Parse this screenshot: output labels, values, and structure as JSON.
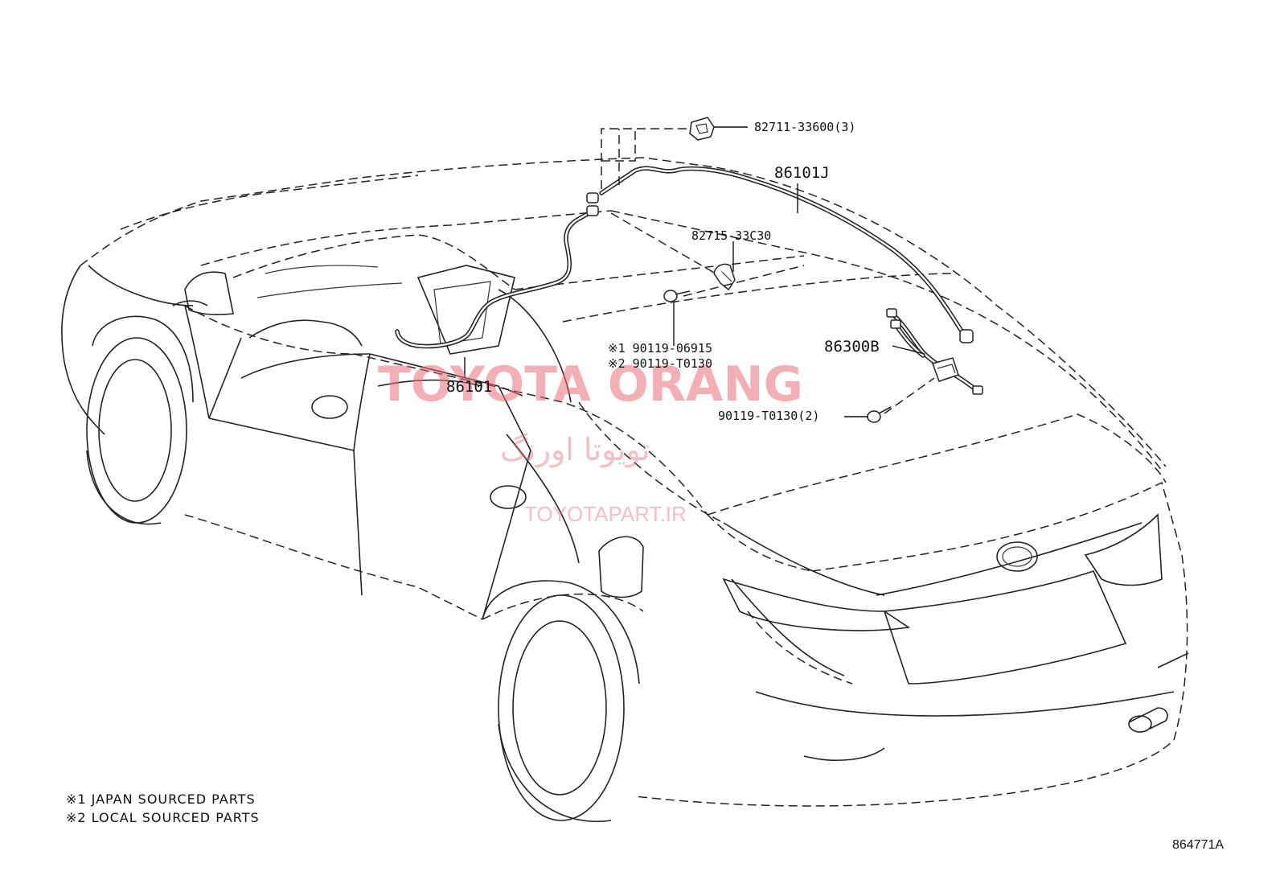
{
  "callouts": {
    "antenna_holder": "82711-33600(3)",
    "roof_cable": "86101J",
    "clamp": "82715-33C30",
    "bolt_japan": "※1 90119-06915",
    "bolt_local": "※2 90119-T0130",
    "receiver": "86300B",
    "bolt_receiver": "90119-T0130(2)",
    "front_cable": "86101"
  },
  "watermark": {
    "brand": "TOYOTA ORANG",
    "brand_fa": "تویوتا اورنگ",
    "url": "TOYOTAPART.IR"
  },
  "notes": [
    "※1 JAPAN SOURCED PARTS",
    "※2 LOCAL SOURCED PARTS"
  ],
  "figure_code": "864771A"
}
